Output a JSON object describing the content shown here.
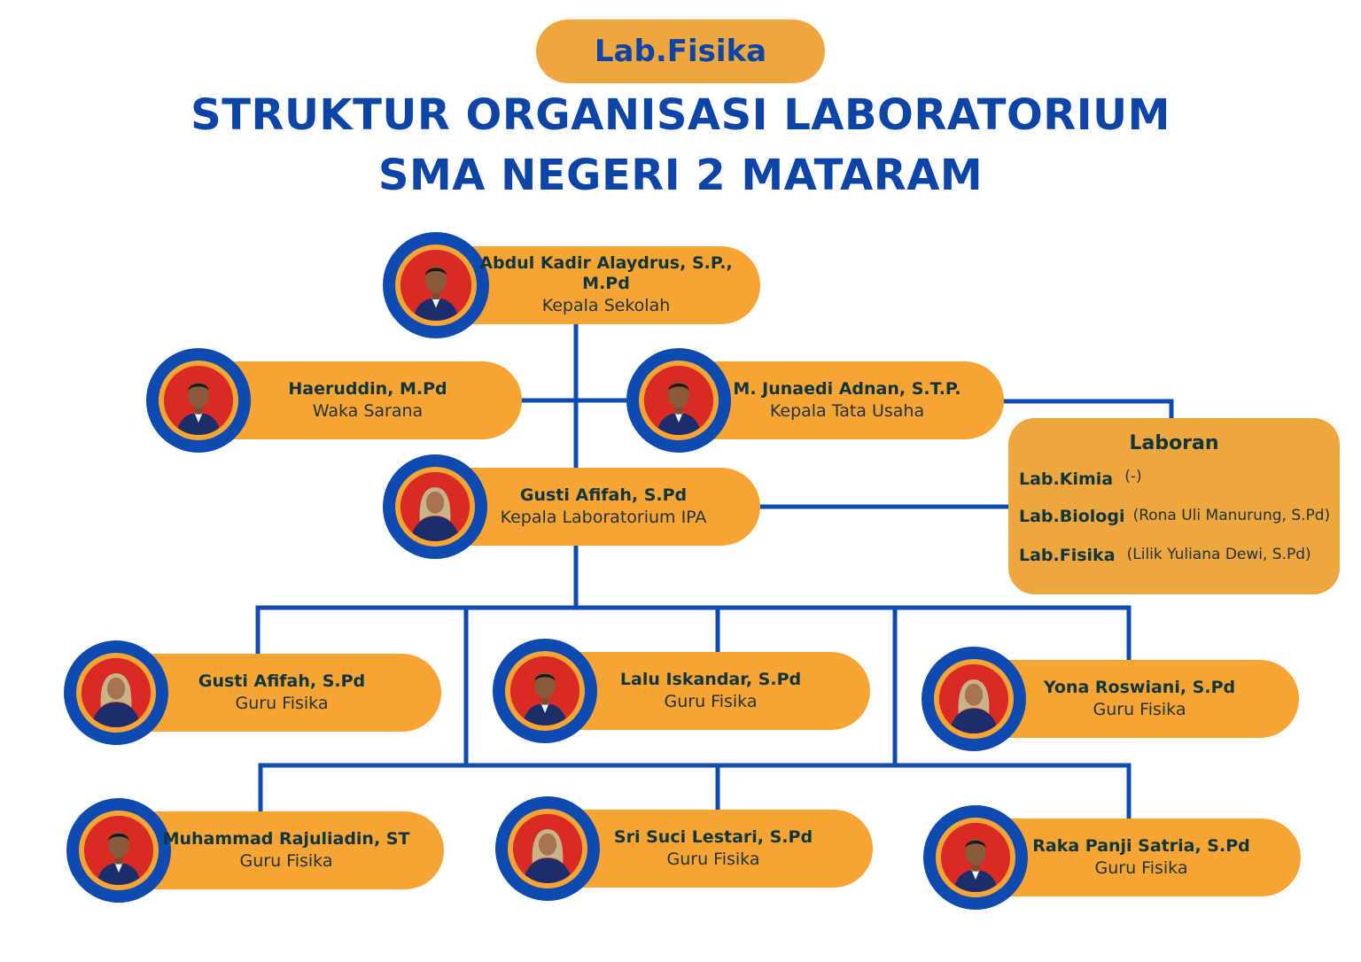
{
  "badge": "Lab.Fisika",
  "title_line1": "STRUKTUR ORGANISASI LABORATORIUM",
  "title_line2": "SMA NEGERI 2 MATARAM",
  "colors": {
    "blue": "#0e4bb0",
    "orange": "#f6a535",
    "laboran_bg": "#eea73e",
    "photo_bg": "#d92a24"
  },
  "people": {
    "kepsek": {
      "name": "Abdul Kadir Alaydrus, S.P., M.Pd",
      "role": "Kepala Sekolah"
    },
    "waka": {
      "name": "Haeruddin, M.Pd",
      "role": "Waka Sarana"
    },
    "kaTU": {
      "name": "M. Junaedi Adnan, S.T.P.",
      "role": "Kepala Tata Usaha"
    },
    "kalab": {
      "name": "Gusti Afifah, S.Pd",
      "role": "Kepala Laboratorium IPA"
    },
    "g1": {
      "name": "Gusti Afifah, S.Pd",
      "role": "Guru Fisika"
    },
    "g2": {
      "name": "Lalu Iskandar, S.Pd",
      "role": "Guru Fisika"
    },
    "g3": {
      "name": "Yona Roswiani, S.Pd",
      "role": "Guru Fisika"
    },
    "g4": {
      "name": "Muhammad Rajuliadin, ST",
      "role": "Guru Fisika"
    },
    "g5": {
      "name": "Sri Suci Lestari, S.Pd",
      "role": "Guru Fisika"
    },
    "g6": {
      "name": "Raka Panji Satria, S.Pd",
      "role": "Guru Fisika"
    }
  },
  "laboran": {
    "heading": "Laboran",
    "rows": [
      {
        "lab": "Lab.Kimia",
        "person": "(-)"
      },
      {
        "lab": "Lab.Biologi",
        "person": "(Rona Uli Manurung, S.Pd)"
      },
      {
        "lab": "Lab.Fisika",
        "person": "(Lilik Yuliana Dewi, S.Pd)"
      }
    ]
  }
}
